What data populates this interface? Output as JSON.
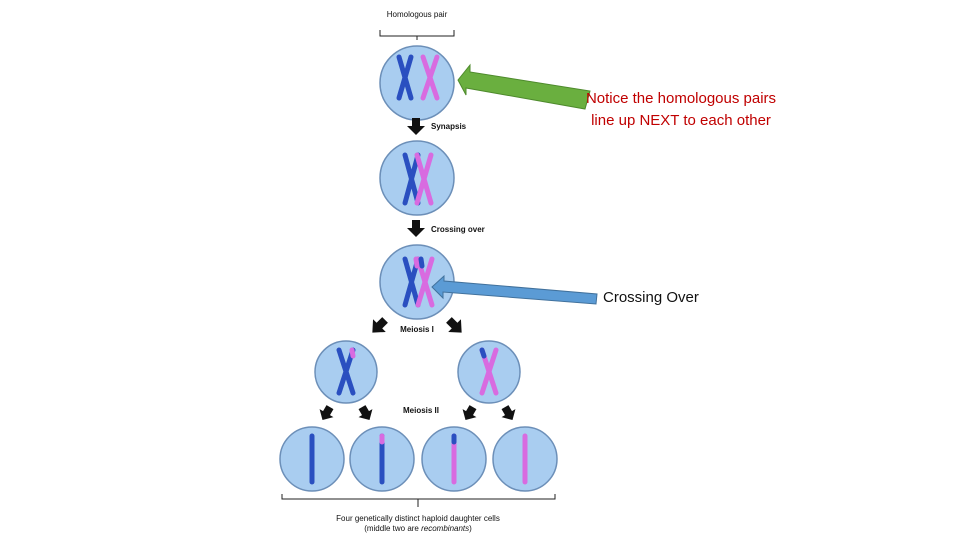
{
  "labels": {
    "homologous_pair": "Homologous pair",
    "synapsis": "Synapsis",
    "crossing_over": "Crossing over",
    "meiosis_1": "Meiosis I",
    "meiosis_2": "Meiosis II",
    "daughter_line1": "Four genetically distinct haploid daughter cells",
    "daughter_line2_pre": "(middle two are ",
    "daughter_line2_em": "recombinants",
    "daughter_line2_post": ")"
  },
  "annotations": {
    "note_top": "Notice the homologous pairs line up NEXT to each other",
    "note_crossing": "Crossing Over"
  },
  "colors": {
    "cell_fill": "#a9cdf0",
    "cell_stroke": "#6c8fb8",
    "chromosome_blue": "#2a4fc0",
    "chromosome_pink": "#d86be0",
    "arrow_green": "#6aaf3f",
    "arrow_blue": "#5b9bd5",
    "note_red": "#c00000"
  }
}
